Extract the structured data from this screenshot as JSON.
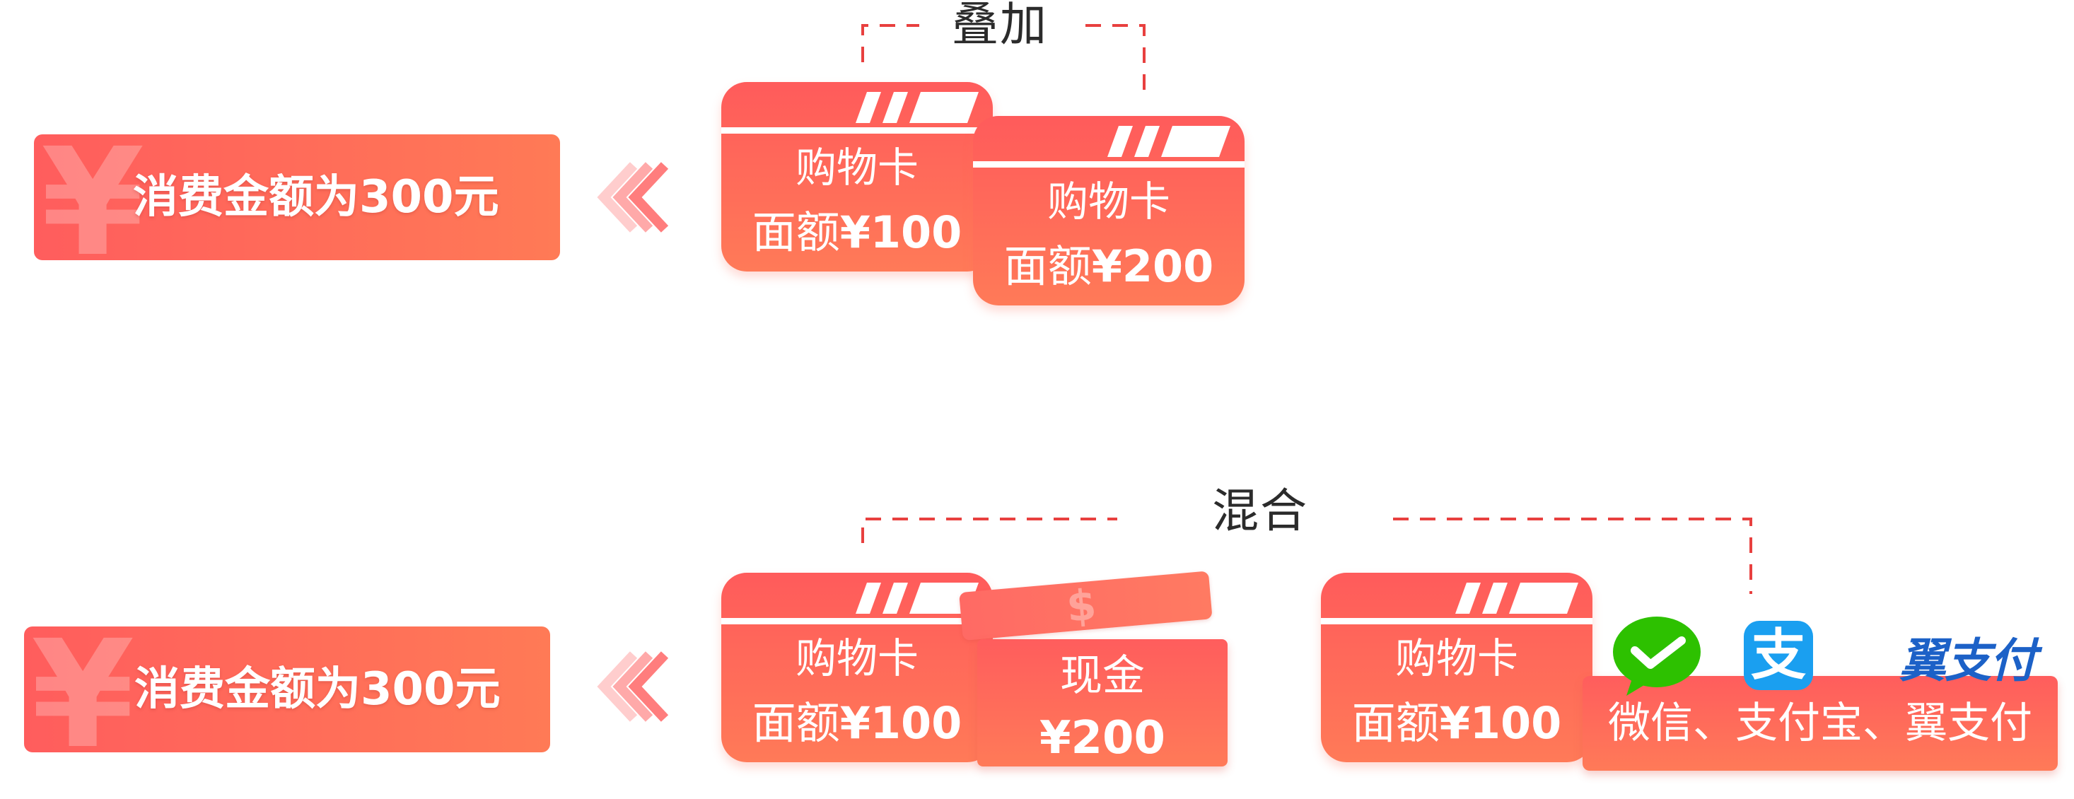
{
  "sections": [
    {
      "heading": "叠加",
      "banner": {
        "text": "消费金额为300元",
        "yen": "¥"
      },
      "cards": [
        {
          "title": "购物卡",
          "label": "面额",
          "amount": "¥100"
        },
        {
          "title": "购物卡",
          "label": "面额",
          "amount": "¥200"
        }
      ]
    },
    {
      "heading": "混合",
      "banner": {
        "text": "消费金额为300元",
        "yen": "¥"
      },
      "cards": [
        {
          "title": "购物卡",
          "label": "面额",
          "amount": "¥100"
        },
        {
          "title": "购物卡",
          "label": "面额",
          "amount": "¥100"
        }
      ],
      "cash": {
        "title": "现金",
        "amount": "¥200",
        "symbol": "$"
      },
      "payment": {
        "text": "微信、支付宝、翼支付",
        "alipay_glyph": "支",
        "bestpay_logo": "翼支付"
      }
    }
  ],
  "icons": [
    "yen-watermark-icon",
    "chevron-left-icon",
    "wechat-pay-icon",
    "alipay-icon",
    "bestpay-logo"
  ],
  "colors": {
    "accent_start": "#ff5b5b",
    "accent_end": "#ff7a58",
    "dash_line": "#e8403f",
    "alipay": "#1a9ff0",
    "wechat": "#2dc100",
    "bestpay": "#1c61c7"
  }
}
